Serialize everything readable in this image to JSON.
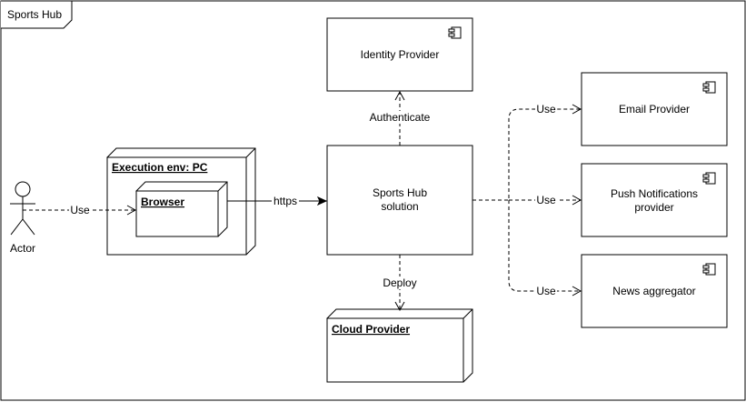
{
  "frame": {
    "title": "Sports Hub"
  },
  "actor": {
    "label": "Actor"
  },
  "nodes": {
    "pc": {
      "label": "Execution env: PC"
    },
    "browser": {
      "label": "Browser"
    },
    "cloud": {
      "label": "Cloud Provider"
    }
  },
  "components": {
    "solution": {
      "line1": "Sports Hub",
      "line2": "solution"
    },
    "identity": {
      "label": "Identity Provider"
    },
    "email": {
      "label": "Email Provider"
    },
    "push": {
      "line1": "Push Notifications",
      "line2": "provider"
    },
    "news": {
      "label": "News aggregator"
    }
  },
  "edges": {
    "actor_browser": "Use",
    "browser_solution": "https",
    "authenticate": "Authenticate",
    "deploy": "Deploy",
    "use_email": "Use",
    "use_push": "Use",
    "use_news": "Use"
  }
}
